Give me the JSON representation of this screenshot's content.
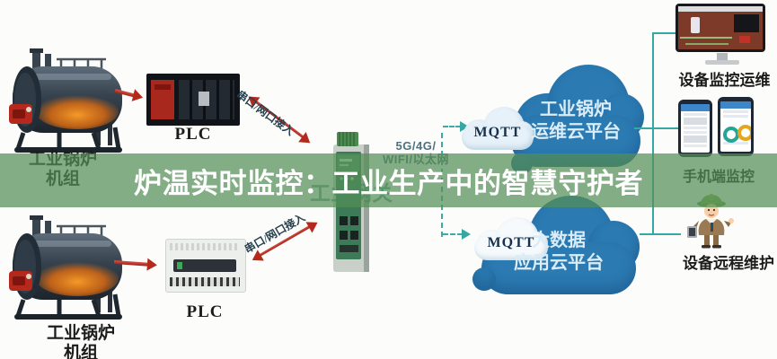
{
  "banner": {
    "title": "炉温实时监控：工业生产中的智慧守护者",
    "background_green": "#559056",
    "text_color": "#ffffff"
  },
  "sources": {
    "boiler_top": {
      "label_line1": "工业锅炉",
      "label_line2": "机组"
    },
    "boiler_bottom": {
      "label_line1": "工业锅炉",
      "label_line2": "机组"
    }
  },
  "controllers": {
    "plc_top": {
      "label": "PLC"
    },
    "plc_bottom": {
      "label": "PLC"
    }
  },
  "gateway": {
    "label": "工业网关"
  },
  "links": {
    "serial_top": "串口/网口接入",
    "serial_bottom": "串口/网口接入",
    "uplink_line1": "5G/4G/",
    "uplink_line2": "WIFI/以太网"
  },
  "cloud": {
    "mqtt_top": "MQTT",
    "mqtt_bottom": "MQTT",
    "platform_top": {
      "line1": "工业锅炉",
      "line2": "运维云平台"
    },
    "platform_bottom": {
      "line1": "大数据",
      "line2": "应用云平台"
    }
  },
  "endpoints": {
    "monitor": {
      "label": "设备监控运维"
    },
    "mobile": {
      "label": "手机端监控"
    },
    "maintenance": {
      "label": "设备远程维护"
    }
  },
  "colors": {
    "accent_teal": "#35a8a4",
    "arrow_red": "#c23527",
    "cloud_blue": "#2b7ab2",
    "mqtt_cloud_blue": "#e7f1f9"
  }
}
